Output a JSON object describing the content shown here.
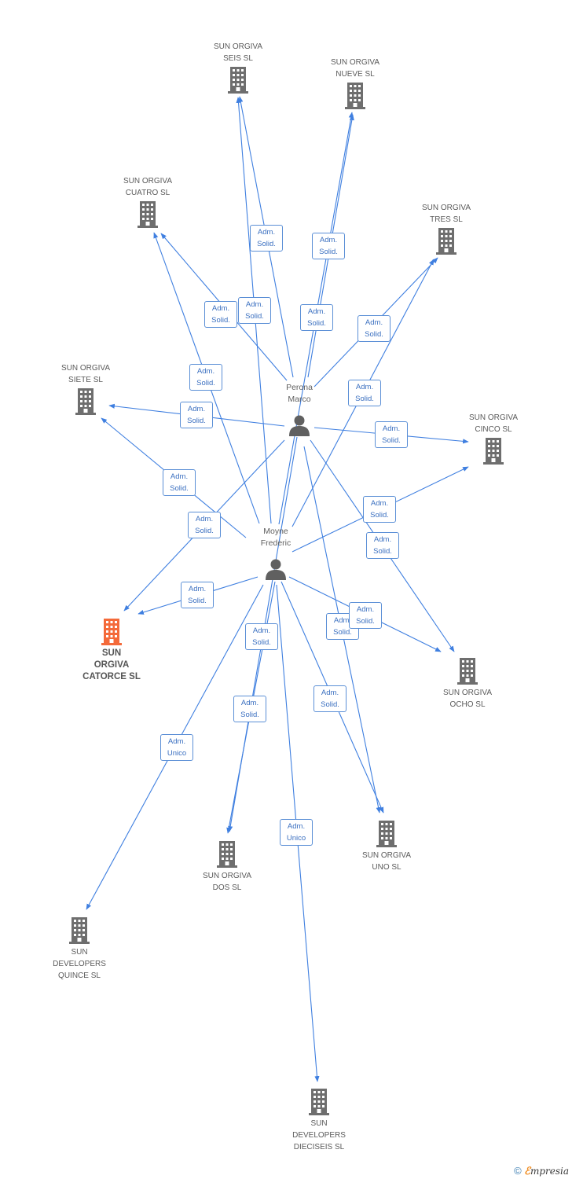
{
  "colors": {
    "edge": "#3f7fe0",
    "company_icon": "#6e6e6e",
    "company_highlight": "#f46a3a",
    "person_icon": "#606060",
    "box_border": "#5b8fd6",
    "box_text": "#3a6fc0"
  },
  "people": [
    {
      "id": "perona",
      "label": "Perona\nMarco",
      "icon": "person-icon"
    },
    {
      "id": "moyne",
      "label": "Moyne\nFrederic",
      "icon": "person-icon"
    }
  ],
  "companies": [
    {
      "id": "seis",
      "label": "SUN ORGIVA\nSEIS SL",
      "icon": "building-icon"
    },
    {
      "id": "nueve",
      "label": "SUN ORGIVA\nNUEVE SL",
      "icon": "building-icon"
    },
    {
      "id": "cuatro",
      "label": "SUN ORGIVA\nCUATRO SL",
      "icon": "building-icon"
    },
    {
      "id": "tres",
      "label": "SUN ORGIVA\nTRES SL",
      "icon": "building-icon"
    },
    {
      "id": "siete",
      "label": "SUN ORGIVA\nSIETE SL",
      "icon": "building-icon"
    },
    {
      "id": "cinco",
      "label": "SUN ORGIVA\nCINCO SL",
      "icon": "building-icon"
    },
    {
      "id": "catorce",
      "label": "SUN\nORGIVA\nCATORCE SL",
      "icon": "building-icon",
      "highlight": true
    },
    {
      "id": "ocho",
      "label": "SUN ORGIVA\nOCHO SL",
      "icon": "building-icon"
    },
    {
      "id": "dos",
      "label": "SUN ORGIVA\nDOS SL",
      "icon": "building-icon"
    },
    {
      "id": "uno",
      "label": "SUN ORGIVA\nUNO SL",
      "icon": "building-icon"
    },
    {
      "id": "quince",
      "label": "SUN\nDEVELOPERS\nQUINCE SL",
      "icon": "building-icon"
    },
    {
      "id": "dieciseis",
      "label": "SUN\nDEVELOPERS\nDIECISEIS SL",
      "icon": "building-icon"
    }
  ],
  "edges": [
    {
      "from": "perona",
      "to": "seis",
      "label": "Adm.\nSolid."
    },
    {
      "from": "perona",
      "to": "nueve",
      "label": "Adm.\nSolid."
    },
    {
      "from": "perona",
      "to": "cuatro",
      "label": "Adm.\nSolid."
    },
    {
      "from": "perona",
      "to": "tres",
      "label": "Adm.\nSolid."
    },
    {
      "from": "perona",
      "to": "siete",
      "label": "Adm.\nSolid."
    },
    {
      "from": "perona",
      "to": "cinco",
      "label": "Adm.\nSolid."
    },
    {
      "from": "perona",
      "to": "catorce",
      "label": "Adm.\nSolid."
    },
    {
      "from": "perona",
      "to": "ocho",
      "label": "Adm.\nSolid."
    },
    {
      "from": "perona",
      "to": "uno",
      "label": "Adm.\nSolid."
    },
    {
      "from": "perona",
      "to": "dos",
      "label": "Adm.\nSolid."
    },
    {
      "from": "moyne",
      "to": "seis",
      "label": "Adm.\nSolid."
    },
    {
      "from": "moyne",
      "to": "nueve",
      "label": "Adm.\nSolid."
    },
    {
      "from": "moyne",
      "to": "cuatro",
      "label": "Adm.\nSolid."
    },
    {
      "from": "moyne",
      "to": "tres",
      "label": "Adm.\nSolid."
    },
    {
      "from": "moyne",
      "to": "siete",
      "label": "Adm.\nSolid."
    },
    {
      "from": "moyne",
      "to": "cinco",
      "label": "Adm.\nSolid."
    },
    {
      "from": "moyne",
      "to": "catorce",
      "label": "Adm.\nSolid."
    },
    {
      "from": "moyne",
      "to": "ocho",
      "label": "Adm.\nSolid."
    },
    {
      "from": "moyne",
      "to": "uno",
      "label": "Adm.\nSolid."
    },
    {
      "from": "moyne",
      "to": "dos",
      "label": "Adm.\nSolid."
    },
    {
      "from": "moyne",
      "to": "quince",
      "label": "Adm.\nUnico"
    },
    {
      "from": "moyne",
      "to": "dieciseis",
      "label": "Adm.\nUnico"
    }
  ],
  "footer": {
    "copyright": "©",
    "brand_initial": "ℰ",
    "brand_rest": "mpresia"
  }
}
